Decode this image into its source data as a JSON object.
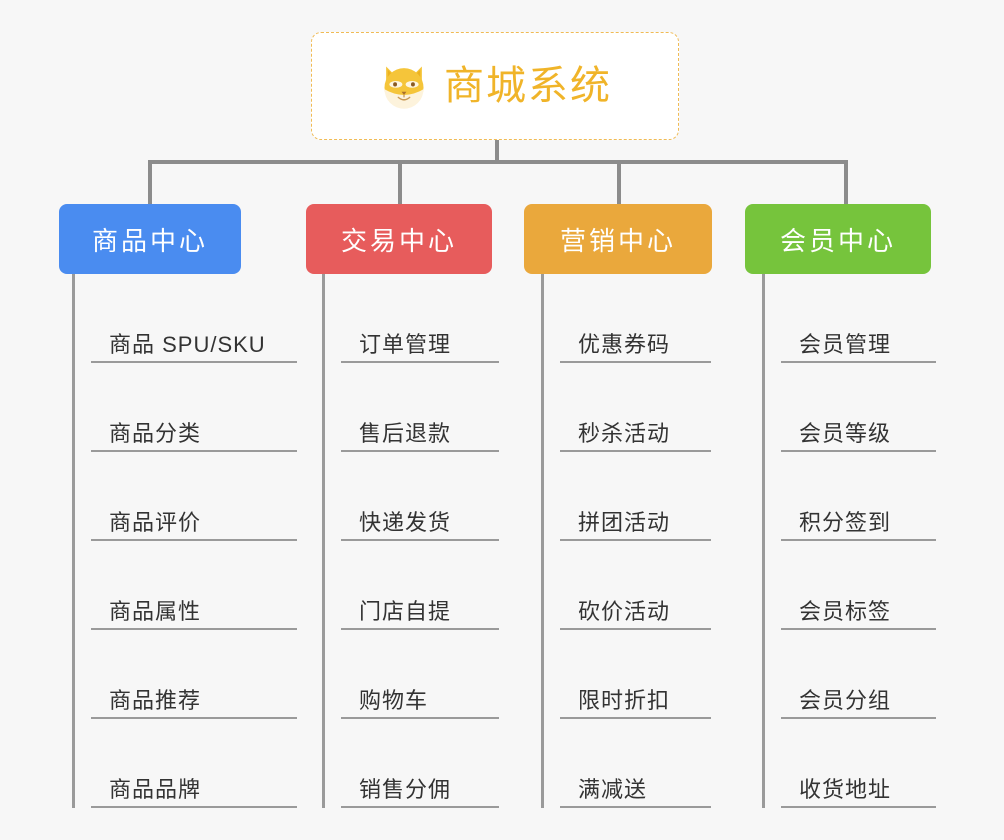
{
  "root": {
    "title": "商城系统",
    "icon": "dog-face-icon",
    "border_color": "#f0bb55",
    "text_color": "#f0b429"
  },
  "connector_color": "#8c8c8c",
  "background_color": "#f7f7f7",
  "columns": [
    {
      "header": "商品中心",
      "color": "#4a8cf0",
      "items": [
        "商品 SPU/SKU",
        "商品分类",
        "商品评价",
        "商品属性",
        "商品推荐",
        "商品品牌"
      ]
    },
    {
      "header": "交易中心",
      "color": "#e75c5c",
      "items": [
        "订单管理",
        "售后退款",
        "快递发货",
        "门店自提",
        "购物车",
        "销售分佣"
      ]
    },
    {
      "header": "营销中心",
      "color": "#eaa83c",
      "items": [
        "优惠券码",
        "秒杀活动",
        "拼团活动",
        "砍价活动",
        "限时折扣",
        "满减送"
      ]
    },
    {
      "header": "会员中心",
      "color": "#76c43c",
      "items": [
        "会员管理",
        "会员等级",
        "积分签到",
        "会员标签",
        "会员分组",
        "收货地址"
      ]
    }
  ]
}
